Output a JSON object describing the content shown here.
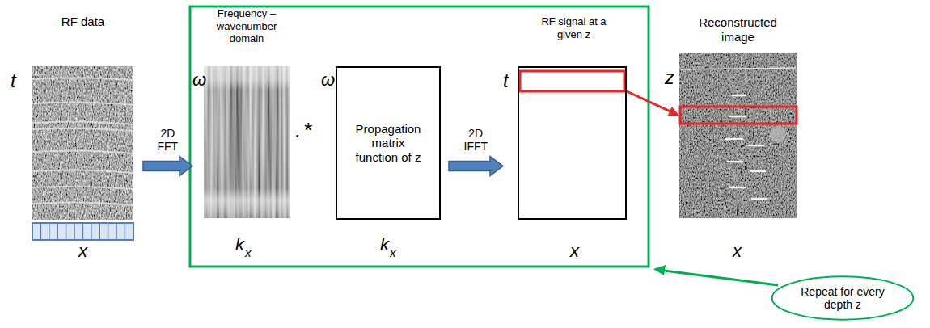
{
  "diagram": {
    "nodes": [
      {
        "text": [
          "RF data"
        ]
      },
      {
        "text": [
          "Frequency – wavenumber domain"
        ]
      },
      {
        "text": [
          "Propagation matrix function of z"
        ]
      },
      {
        "text": [
          "RF signal at a given z"
        ]
      },
      {
        "text": [
          "Reconstructed image"
        ]
      },
      {
        "text": [
          "Repeat for every depth z"
        ]
      }
    ],
    "edges": [
      {
        "from": 0,
        "to": 1,
        "label": "2D FFT",
        "arrow": "to"
      },
      {
        "from": 2,
        "to": 3,
        "label": "2D IFFT",
        "arrow": "to"
      },
      {
        "from": 3,
        "to": 4,
        "arrow": "to"
      }
    ],
    "labels": [
      "t",
      "x",
      "ω",
      "k",
      "x",
      ".*",
      "ω",
      "k",
      "x",
      "t",
      "x",
      "z",
      "x"
    ]
  }
}
